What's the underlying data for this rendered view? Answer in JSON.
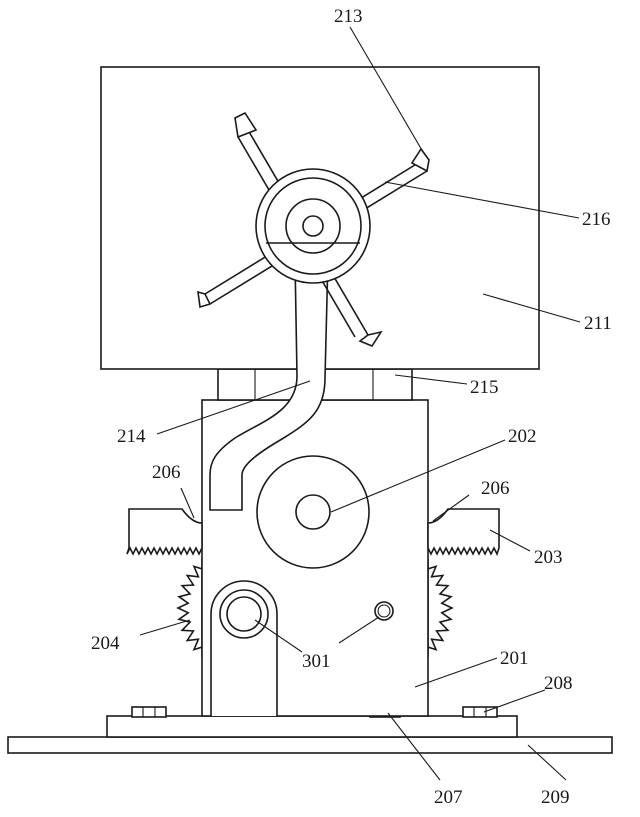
{
  "figure": {
    "labels": {
      "l213": "213",
      "l216": "216",
      "l211": "211",
      "l215": "215",
      "l214": "214",
      "l202": "202",
      "l206_left": "206",
      "l206_right": "206",
      "l203": "203",
      "l204": "204",
      "l301": "301",
      "l201": "201",
      "l208": "208",
      "l207": "207",
      "l209": "209"
    }
  }
}
